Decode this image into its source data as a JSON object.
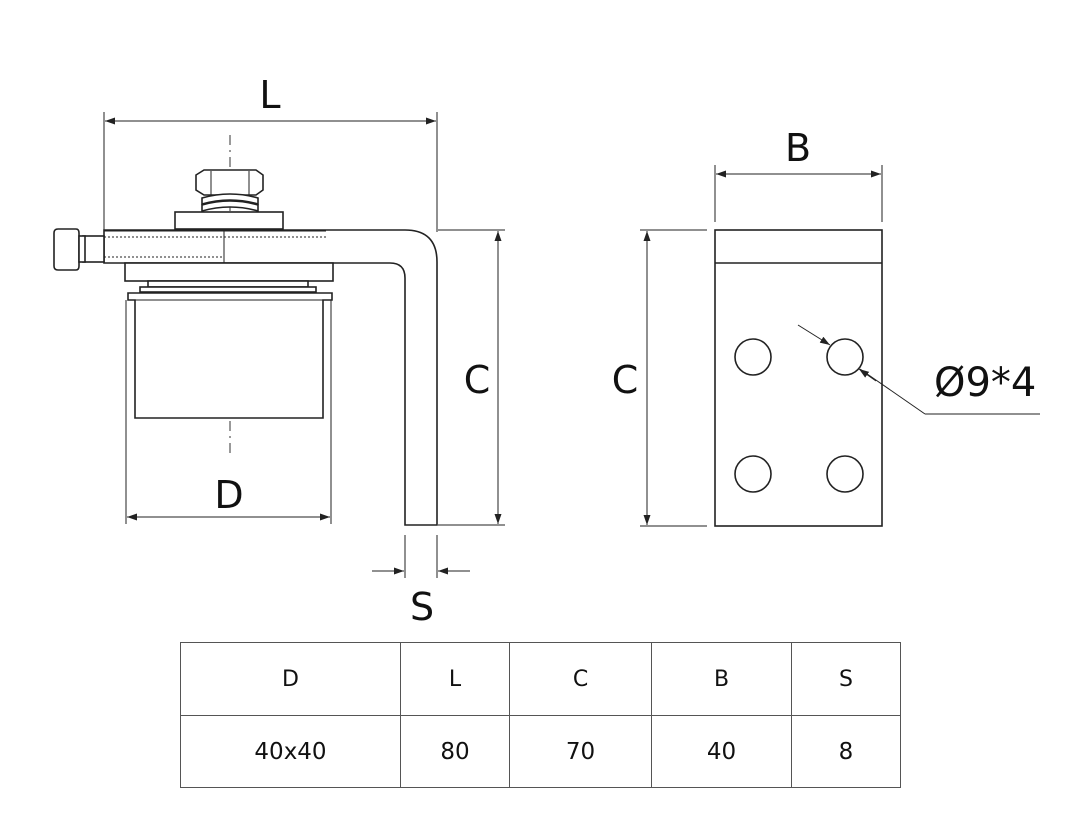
{
  "drawing": {
    "dimension_labels": {
      "L": "L",
      "D": "D",
      "C_side": "C",
      "S": "S",
      "B": "B",
      "C_front": "C"
    },
    "hole_callout": "Ø9*4"
  },
  "table": {
    "headers": [
      "D",
      "L",
      "C",
      "B",
      "S"
    ],
    "rows": [
      [
        "40x40",
        "80",
        "70",
        "40",
        "8"
      ]
    ]
  }
}
